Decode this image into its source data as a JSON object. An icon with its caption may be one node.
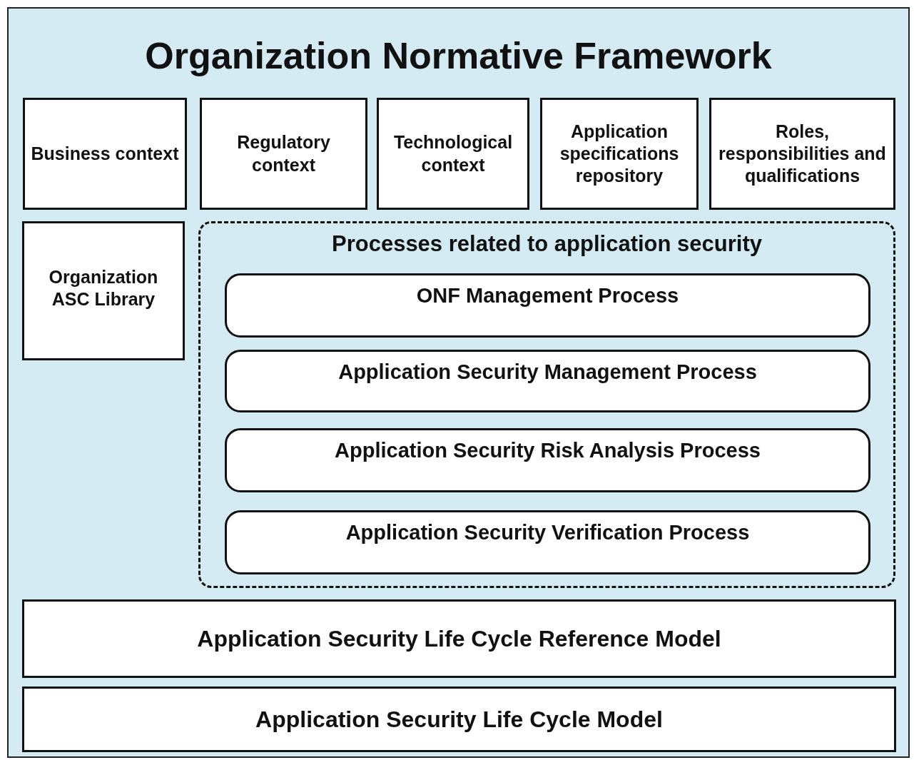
{
  "diagram": {
    "nodes": [
      {
        "text": [
          "Organization Normative Framework"
        ]
      },
      {
        "text": [
          "Business context"
        ],
        "in": 0
      },
      {
        "text": [
          "Regulatory context"
        ],
        "in": 0
      },
      {
        "text": [
          "Technological context"
        ],
        "in": 0
      },
      {
        "text": [
          "Application specifications repository"
        ],
        "in": 0
      },
      {
        "text": [
          "Roles, responsibilities and qualifications"
        ],
        "in": 0
      },
      {
        "text": [
          "Organization ASC Library"
        ],
        "in": 0
      },
      {
        "text": [
          "Processes related to application security"
        ],
        "in": 0
      },
      {
        "text": [
          "ONF Management Process"
        ],
        "in": 7
      },
      {
        "text": [
          "Application Security Management Process"
        ],
        "in": 7
      },
      {
        "text": [
          "Application Security Risk Analysis Process"
        ],
        "in": 7
      },
      {
        "text": [
          "Application Security Verification Process"
        ],
        "in": 7
      },
      {
        "text": [
          "Application Security Life Cycle Reference Model"
        ],
        "in": 0
      },
      {
        "text": [
          "Application Security Life Cycle Model"
        ],
        "in": 0
      }
    ]
  }
}
